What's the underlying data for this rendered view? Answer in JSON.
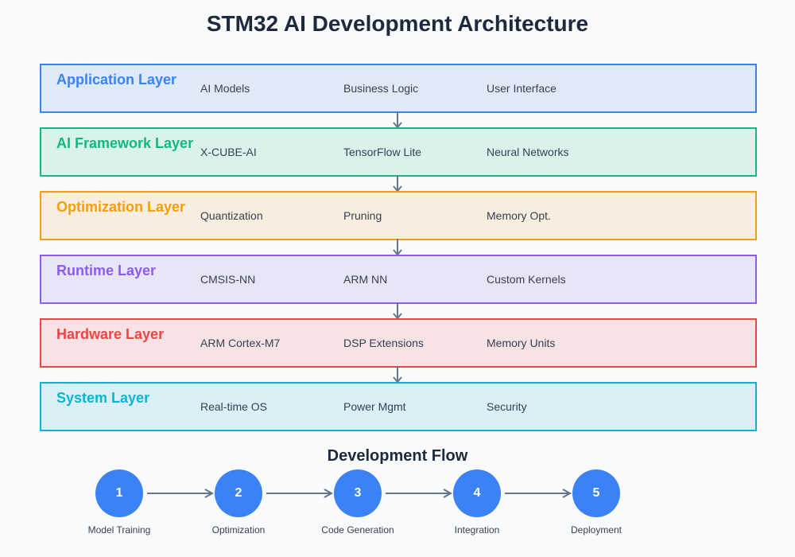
{
  "title": "STM32 AI Development Architecture",
  "layers": [
    {
      "name": "Application Layer",
      "color": "#3b82f6",
      "bg": "#dfeaf8",
      "components": [
        "AI Models",
        "Business Logic",
        "User Interface"
      ]
    },
    {
      "name": "AI Framework Layer",
      "color": "#10b981",
      "bg": "#dbf2ec",
      "components": [
        "X-CUBE-AI",
        "TensorFlow Lite",
        "Neural Networks"
      ]
    },
    {
      "name": "Optimization Layer",
      "color": "#f59e0b",
      "bg": "#f7eedf",
      "components": [
        "Quantization",
        "Pruning",
        "Memory Opt."
      ]
    },
    {
      "name": "Runtime Layer",
      "color": "#8b5cf6",
      "bg": "#e9e5f8",
      "components": [
        "CMSIS-NN",
        "ARM NN",
        "Custom Kernels"
      ]
    },
    {
      "name": "Hardware Layer",
      "color": "#ef4444",
      "bg": "#f7e3e5",
      "components": [
        "ARM Cortex-M7",
        "DSP Extensions",
        "Memory Units"
      ]
    },
    {
      "name": "System Layer",
      "color": "#06b6d4",
      "bg": "#daf0f6",
      "components": [
        "Real-time OS",
        "Power Mgmt",
        "Security"
      ]
    }
  ],
  "flow": {
    "title": "Development Flow",
    "steps": [
      {
        "number": "1",
        "label": "Model Training"
      },
      {
        "number": "2",
        "label": "Optimization"
      },
      {
        "number": "3",
        "label": "Code Generation"
      },
      {
        "number": "4",
        "label": "Integration"
      },
      {
        "number": "5",
        "label": "Deployment"
      }
    ]
  }
}
